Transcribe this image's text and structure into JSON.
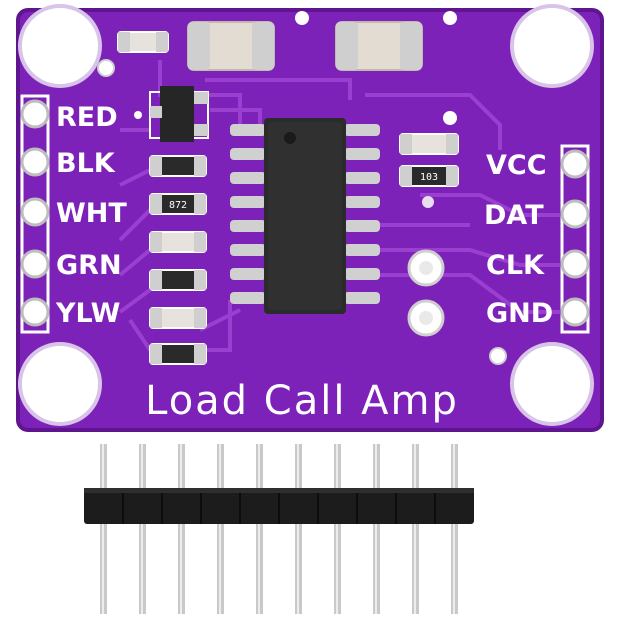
{
  "board": {
    "title": "Load Call Amp",
    "left_pins": [
      "RED",
      "BLK",
      "WHT",
      "GRN",
      "YLW"
    ],
    "right_pins": [
      "VCC",
      "DAT",
      "CLK",
      "GND"
    ],
    "resistor_markings": [
      "872",
      "103"
    ]
  },
  "colors": {
    "pcb": "#7d22b8",
    "pcb_dark": "#5f158f",
    "trace": "#9a3fd0",
    "silkscreen": "#ffffff",
    "chip": "#2b2b2b",
    "pin_metal": "#c9c9c9",
    "header_plastic": "#1c1c1c"
  },
  "header": {
    "pin_count": 10
  },
  "icons": {
    "mounting_hole": "mounting-hole-icon",
    "ic_chip": "ic-chip-icon",
    "capacitor": "capacitor-icon",
    "resistor": "resistor-icon",
    "pin_header": "pin-header-icon"
  }
}
